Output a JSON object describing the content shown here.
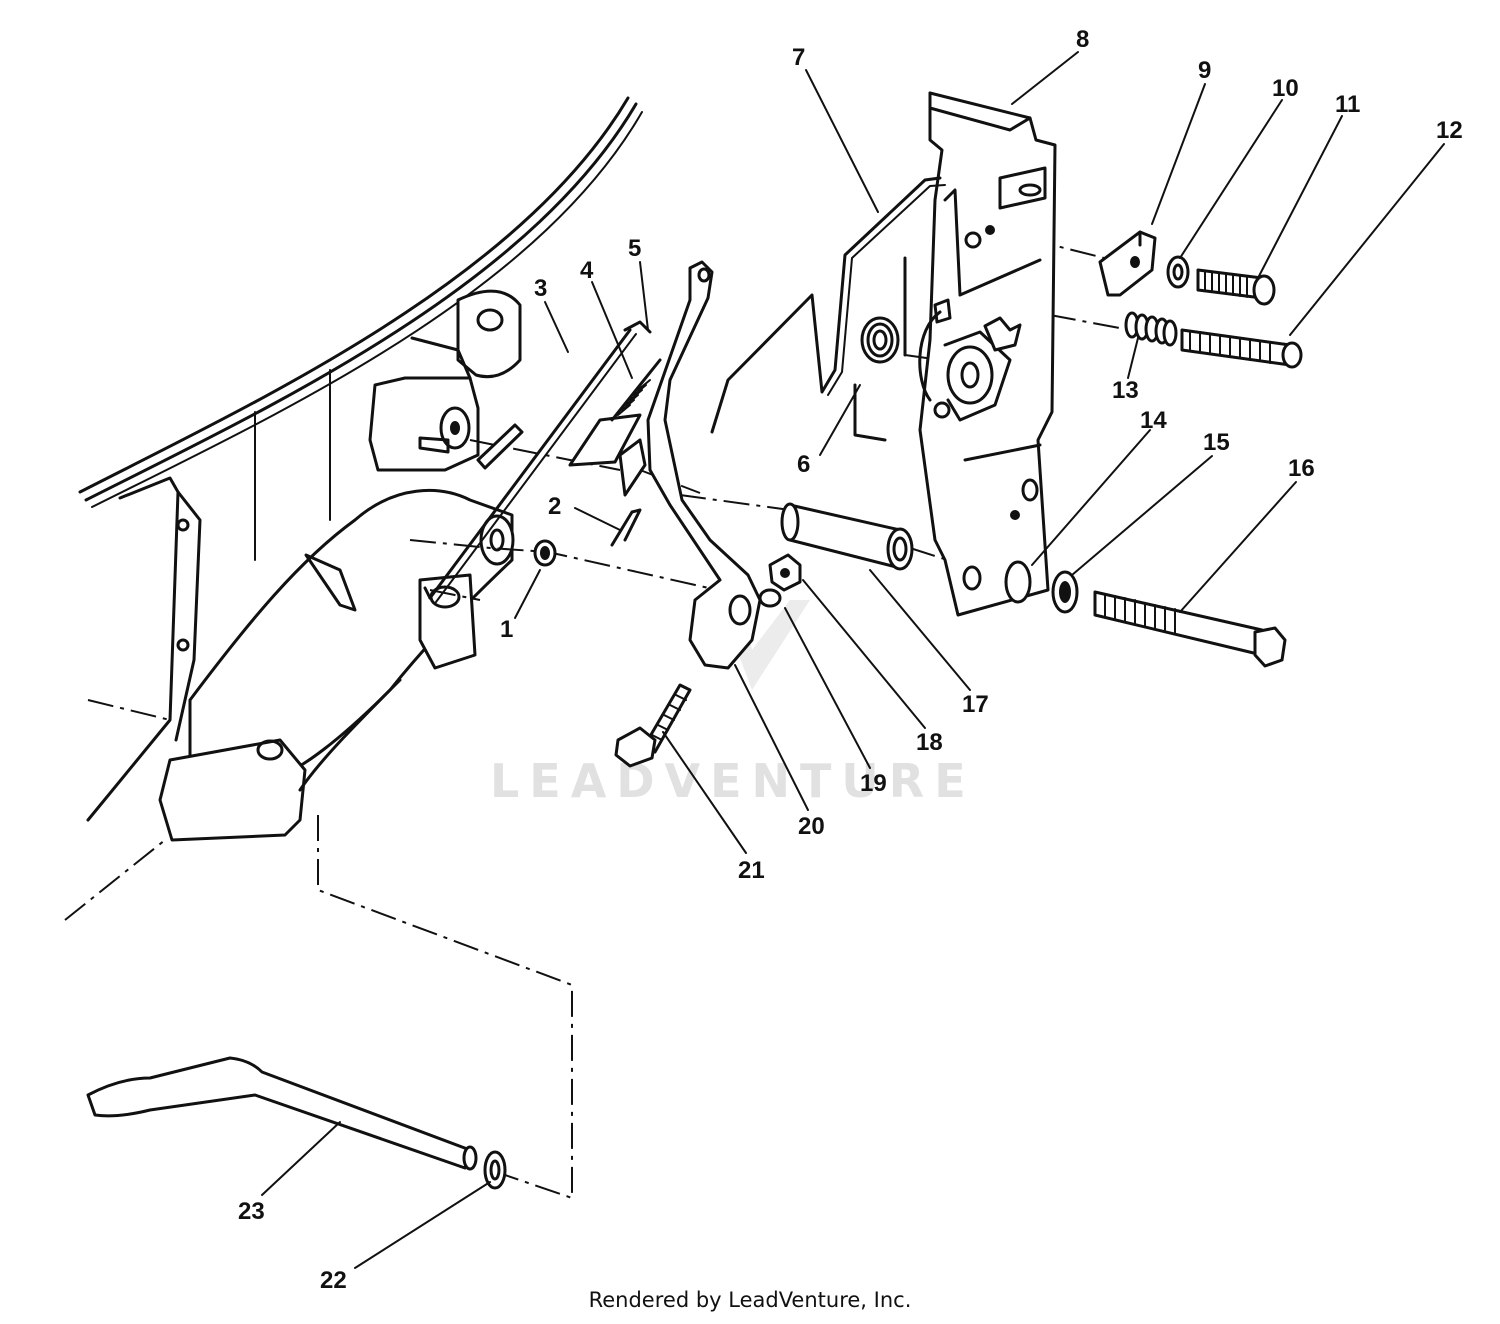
{
  "diagram": {
    "callouts": [
      "1",
      "2",
      "3",
      "4",
      "5",
      "6",
      "7",
      "8",
      "9",
      "10",
      "11",
      "12",
      "13",
      "14",
      "15",
      "16",
      "17",
      "18",
      "19",
      "20",
      "21",
      "22",
      "23"
    ],
    "watermark": "LEADVENTURE"
  },
  "footer": {
    "text": "Rendered by LeadVenture, Inc."
  },
  "icons": {
    "watermark_logo": "leadventure-v-logo"
  }
}
